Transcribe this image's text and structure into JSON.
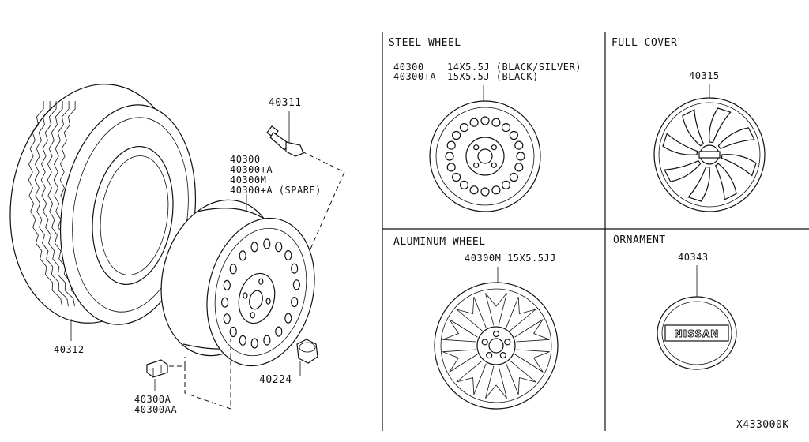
{
  "main": {
    "tire_part": "40312",
    "valve_part": "40311",
    "wheel_parts": [
      "40300",
      "40300+A",
      "40300M",
      "40300+A (SPARE)"
    ],
    "weight_parts": [
      "40300A",
      "40300AA"
    ],
    "nut_part": "40224"
  },
  "panels": {
    "steel": {
      "title": "STEEL WHEEL",
      "rows": [
        {
          "part": "40300",
          "spec": "14X5.5J (BLACK/SILVER)"
        },
        {
          "part": "40300+A",
          "spec": "15X5.5J (BLACK)"
        }
      ]
    },
    "full_cover": {
      "title": "FULL COVER",
      "part": "40315"
    },
    "aluminum": {
      "title": "ALUMINUM WHEEL",
      "part_spec": "40300M 15X5.5JJ"
    },
    "ornament": {
      "title": "ORNAMENT",
      "part": "40343",
      "badge_text": "NISSAN"
    }
  },
  "diagram_code": "X433000K"
}
